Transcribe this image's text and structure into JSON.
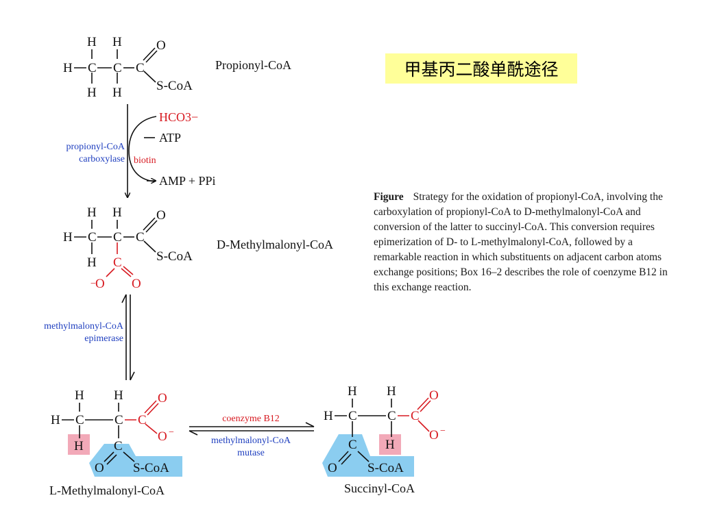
{
  "title": "甲基丙二酸单酰途径",
  "atoms": {
    "H": "H",
    "C": "C",
    "O": "O",
    "O_minus": "O",
    "minus": "−",
    "scoa": "S-CoA"
  },
  "molecules": {
    "propionyl": "Propionyl-CoA",
    "d_methylmalonyl": "D-Methylmalonyl-CoA",
    "l_methylmalonyl": "L-Methylmalonyl-CoA",
    "succinyl": "Succinyl-CoA"
  },
  "step1": {
    "enzyme_line1": "propionyl-CoA",
    "enzyme_line2": "carboxylase",
    "cofactor": "biotin",
    "in1": "HCO3−",
    "in2": "ATP",
    "out": "AMP + PPi"
  },
  "step2": {
    "enzyme_line1": "methylmalonyl-CoA",
    "enzyme_line2": "epimerase"
  },
  "step3": {
    "cofactor": "coenzyme B12",
    "enzyme_line1": "methylmalonyl-CoA",
    "enzyme_line2": "mutase"
  },
  "caption": {
    "heading": "Figure",
    "text": "Strategy for the oxidation of propionyl-CoA, involving the carboxylation of propionyl-CoA to D-methylmalonyl-CoA and conversion of the latter to succinyl-CoA. This conversion requires epimerization of D- to L-methylmalonyl-CoA, followed by a remarkable reaction in which substituents on adjacent carbon atoms exchange positions; Box 16–2 describes the role of coenzyme B12 in this exchange reaction."
  },
  "colors": {
    "red": "#d71920",
    "blue": "#1f3fbf",
    "highlight_yellow": "#ffff99",
    "highlight_pink": "#f2a9b8",
    "highlight_cyan": "#7ec8ee"
  }
}
